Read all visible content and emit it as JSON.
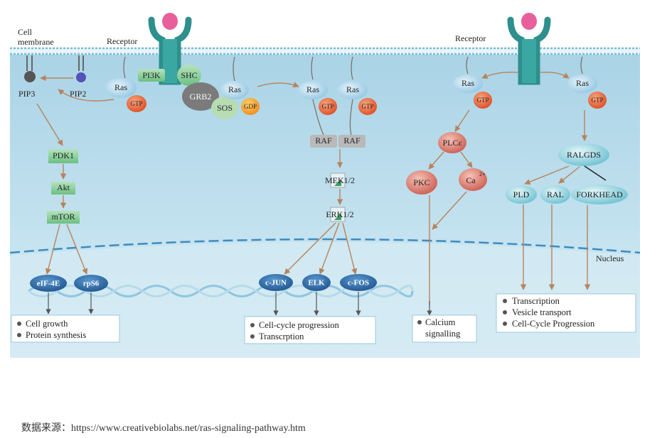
{
  "labels": {
    "cell_membrane": [
      "Cell",
      "membrane"
    ],
    "receptor_left": "Receptor",
    "receptor_right": "Receptor",
    "nucleus": "Nucleus",
    "pip3": "PIP3",
    "pip2": "PIP2"
  },
  "nodes": {
    "ras": "Ras",
    "gtp": "GTP",
    "gdp": "GDP",
    "pi3k": "PI3K",
    "shc": "SHC",
    "grb2": "GRB2",
    "sos": "SOS",
    "raf": "RAF",
    "mek": "MEK1/2",
    "erk": "ERK1/2",
    "pdk1": "PDK1",
    "akt": "Akt",
    "mtor": "mTOR",
    "eif4e": "eIF-4E",
    "rps6": "rpS6",
    "cjun": "c-JUN",
    "elk": "ELK",
    "cfos": "c-FOS",
    "plce": "PLCε",
    "pkc": "PKC",
    "ca": "Ca",
    "ca_sup": "2+",
    "ralgds": "RALGDS",
    "pld": "PLD",
    "ral": "RAL",
    "forkhead": "FORKHEAD"
  },
  "outcomes": {
    "growth": [
      "Cell growth",
      "Protein synthesis"
    ],
    "cycle": [
      "Cell-cycle progression",
      "Transcrption"
    ],
    "calcium": [
      "Calcium",
      "signalling"
    ],
    "transcription": [
      "Transcription",
      "Vesicle transport",
      "Cell-Cycle Progression"
    ]
  },
  "source_note": "数据来源：https://www.creativebiolabs.net/ras-signaling-pathway.htm",
  "colors": {
    "background_cell": "#c6e3ef",
    "membrane": "#7fbcd6",
    "ras": "#a9d4ea",
    "gtp": "#e8683c",
    "green_box": "#8fcf9c",
    "raf_box": "#b9b9b9",
    "dark_blue": "#2d6da8",
    "plc_red": "#d9786e",
    "teal": "#8fd0dc"
  }
}
